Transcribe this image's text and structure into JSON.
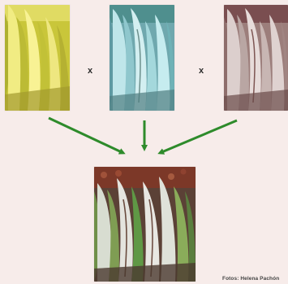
{
  "operators": [
    "x",
    "x"
  ],
  "credit": "Fotos: Helena Pachón",
  "colors": {
    "background": "#f7ecea",
    "arrow": "#2e8b2b",
    "yellow_tint": "#d9d23f",
    "cyan_tint": "#8fd0d6",
    "red_tint": "#b79a98"
  },
  "images": [
    {
      "name": "yellow-channel-corn-photo"
    },
    {
      "name": "cyan-channel-corn-photo"
    },
    {
      "name": "magenta-channel-corn-photo"
    },
    {
      "name": "combined-color-corn-photo"
    }
  ]
}
